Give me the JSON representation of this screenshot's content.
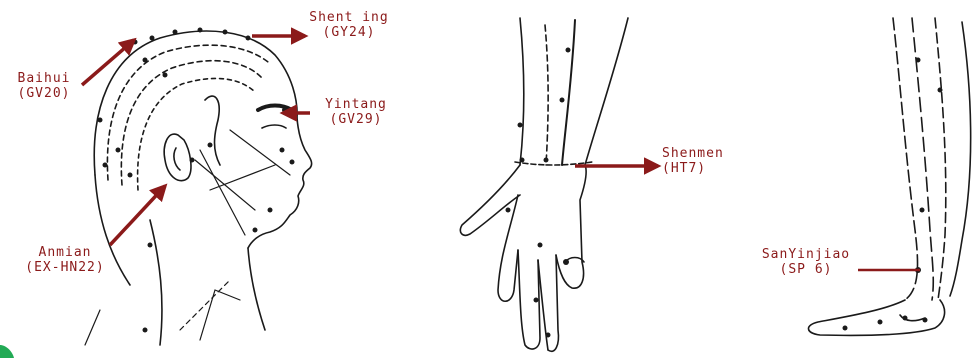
{
  "colors": {
    "label": "#8b1a1a",
    "arrow": "#8b1a1a",
    "line": "#1a1a1a",
    "corner": "#22aa55"
  },
  "points": {
    "shenting": {
      "name": "Shent ing",
      "code": "(GY24)"
    },
    "baihui": {
      "name": "Baihui",
      "code": "(GV20)"
    },
    "yintang": {
      "name": "Yintang",
      "code": "(GV29)"
    },
    "anmian": {
      "name": "Anmian",
      "code": "(EX-HN22)"
    },
    "shenmen": {
      "name": "Shenmen",
      "code": "(HT7)"
    },
    "sanyinjiao": {
      "name": "SanYinjiao",
      "code": "(SP 6)"
    }
  }
}
